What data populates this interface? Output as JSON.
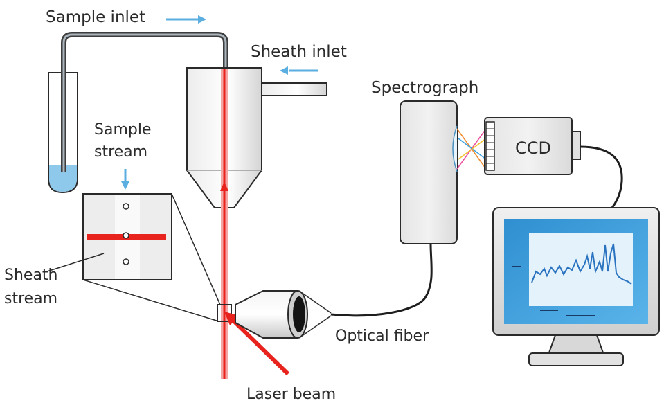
{
  "labels": {
    "sample_inlet": "Sample inlet",
    "sheath_inlet": "Sheath inlet",
    "sample_stream_line1": "Sample",
    "sample_stream_line2": "stream",
    "sheath_stream_line1": "Sheath",
    "sheath_stream_line2": "stream",
    "spectrograph": "Spectrograph",
    "ccd": "CCD",
    "optical_fiber": "Optical fiber",
    "laser_beam": "Laser beam"
  },
  "colors": {
    "laser": "#e8231e",
    "arrow": "#5aaee0",
    "outline": "#2a2a2a",
    "liquid": "#8ec8ea",
    "screen": "#2f8fd0",
    "spectrum": "#2a73c0",
    "fiber_rays": [
      "#f08a2c",
      "#e84e9a",
      "#3aa0e0",
      "#f2c02a"
    ]
  },
  "icons": {
    "lens_objective": "objective-lens-icon",
    "monitor": "monitor-icon",
    "tube": "test-tube-icon"
  }
}
